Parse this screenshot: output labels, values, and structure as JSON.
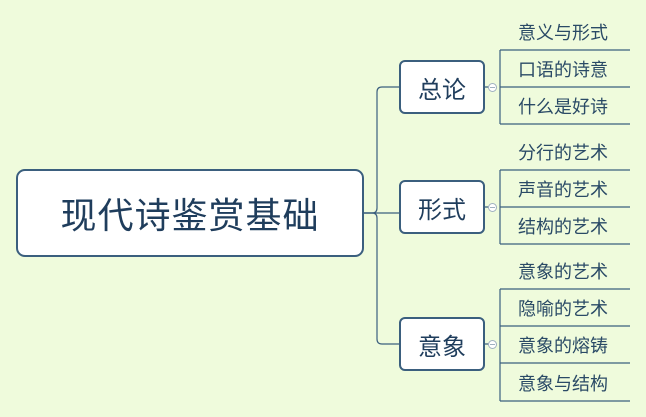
{
  "mindmap": {
    "root": "现代诗鉴赏基础",
    "branches": [
      {
        "label": "总论",
        "leaves": [
          "意义与形式",
          "口语的诗意",
          "什么是好诗"
        ]
      },
      {
        "label": "形式",
        "leaves": [
          "分行的艺术",
          "声音的艺术",
          "结构的艺术"
        ]
      },
      {
        "label": "意象",
        "leaves": [
          "意象的艺术",
          "隐喻的艺术",
          "意象的熔铸",
          "意象与结构"
        ]
      }
    ]
  },
  "colors": {
    "background": "#effbdc",
    "node_border": "#3b5f7e",
    "connector": "#3b5f7e",
    "leaf_underline": "#3b5f7e",
    "text": "#1f3d5c"
  }
}
